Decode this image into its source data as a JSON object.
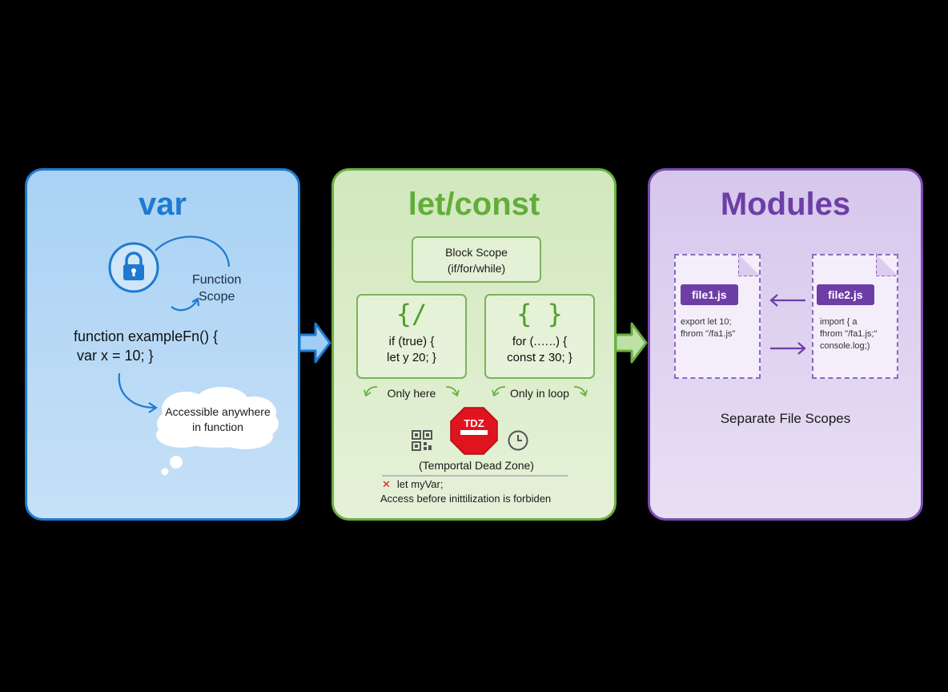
{
  "var_panel": {
    "title": "var",
    "function_scope_line1": "Function",
    "function_scope_line2": "Scope",
    "code_line1": "function exampleFn() {",
    "code_line2": "var x = 10; }",
    "cloud_line1": "Accessible anywhere",
    "cloud_line2": "in function"
  },
  "let_panel": {
    "title": "let/const",
    "block_scope_line1": "Block Scope",
    "block_scope_line2": "(if/for/while)",
    "if_box": {
      "brace": "{/",
      "line1": "if (true)  {",
      "line2": "let y 20; }",
      "caption": "Only here"
    },
    "for_box": {
      "brace": "{ }",
      "line1": "for (.…..)  {",
      "line2": "const z 30; }",
      "caption": "Only in loop"
    },
    "tdz_sign": "TDZ",
    "tdz_label": "(Temportal Dead Zone)",
    "error_code": "let myVar;",
    "error_text": "Access before inittilization is forbiden"
  },
  "modules_panel": {
    "title": "Modules",
    "file1": {
      "name": "file1.js",
      "code_line1": "export let 10;",
      "code_line2": "fhrom \"/fa1.js\""
    },
    "file2": {
      "name": "file2.js",
      "code_line1": "import { a",
      "code_line2": "fhrom \"/fa1.js;\"",
      "code_line3": "console.log;)"
    },
    "caption": "Separate File Scopes"
  },
  "colors": {
    "var": "#1e7ad0",
    "let": "#6ab043",
    "modules": "#6d3ea6",
    "tdz": "#e0141e"
  },
  "icons": [
    "lock-icon",
    "qr-icon",
    "stop-sign-icon",
    "clock-icon",
    "error-x-icon",
    "right-arrow-icon",
    "left-arrow-icon"
  ]
}
